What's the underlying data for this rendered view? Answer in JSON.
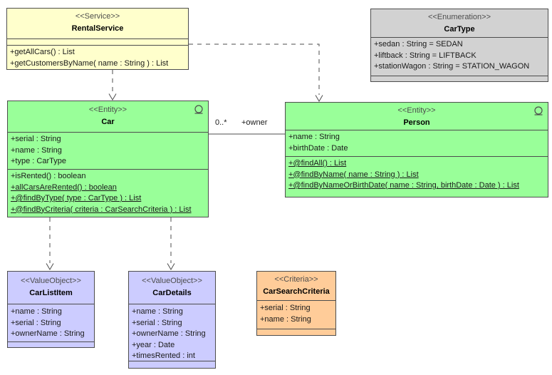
{
  "diagram": {
    "type": "uml-class-diagram",
    "classes": {
      "rentalService": {
        "stereotype": "<<Service>>",
        "name": "RentalService",
        "fill": "#ffffcc",
        "attributes": [],
        "operations": [
          {
            "text": "+getAllCars() : List",
            "underline": false
          },
          {
            "text": "+getCustomersByName( name : String ) : List",
            "underline": false
          }
        ]
      },
      "carType": {
        "stereotype": "<<Enumeration>>",
        "name": "CarType",
        "fill": "#d2d2d2",
        "attributes": [
          {
            "text": "+sedan : String = SEDAN"
          },
          {
            "text": "+liftback : String = LIFTBACK"
          },
          {
            "text": "+stationWagon : String = STATION_WAGON"
          }
        ],
        "operations": []
      },
      "car": {
        "stereotype": "<<Entity>>",
        "name": "Car",
        "fill": "#99ff99",
        "icon": "entity-circle-icon",
        "attributes": [
          {
            "text": "+serial : String"
          },
          {
            "text": "+name : String"
          },
          {
            "text": "+type : CarType"
          }
        ],
        "operations": [
          {
            "text": "+isRented() : boolean",
            "underline": false
          },
          {
            "text": "+allCarsAreRented() : boolean",
            "underline": true
          },
          {
            "text": "+@findByType( type : CarType ) : List",
            "underline": true
          },
          {
            "text": "+@findByCriteria( criteria : CarSearchCriteria ) : List",
            "underline": true
          }
        ]
      },
      "person": {
        "stereotype": "<<Entity>>",
        "name": "Person",
        "fill": "#99ff99",
        "icon": "entity-circle-icon",
        "attributes": [
          {
            "text": "+name : String"
          },
          {
            "text": "+birthDate : Date"
          }
        ],
        "operations": [
          {
            "text": "+@findAll() : List",
            "underline": true
          },
          {
            "text": "+@findByName( name : String ) : List",
            "underline": true
          },
          {
            "text": "+@findByNameOrBirthDate( name : String, birthDate : Date ) : List",
            "underline": true
          }
        ]
      },
      "carListItem": {
        "stereotype": "<<ValueObject>>",
        "name": "CarListItem",
        "fill": "#ccccff",
        "attributes": [
          {
            "text": "+name : String"
          },
          {
            "text": "+serial : String"
          },
          {
            "text": "+ownerName : String"
          }
        ],
        "operations": []
      },
      "carDetails": {
        "stereotype": "<<ValueObject>>",
        "name": "CarDetails",
        "fill": "#ccccff",
        "attributes": [
          {
            "text": "+name : String"
          },
          {
            "text": "+serial : String"
          },
          {
            "text": "+ownerName : String"
          },
          {
            "text": "+year : Date"
          },
          {
            "text": "+timesRented : int"
          }
        ],
        "operations": []
      },
      "carSearchCriteria": {
        "stereotype": "<<Criteria>>",
        "name": "CarSearchCriteria",
        "fill": "#ffcc99",
        "attributes": [
          {
            "text": "+serial : String"
          },
          {
            "text": "+name : String"
          }
        ],
        "operations": []
      }
    },
    "relationships": {
      "carPersonAssociation": {
        "type": "association",
        "from": "Car",
        "to": "Person",
        "multiplicity": "0..*",
        "role": "+owner"
      },
      "dependencies": [
        {
          "type": "dashed-dependency",
          "from": "RentalService",
          "to": "Car"
        },
        {
          "type": "dashed-dependency",
          "from": "RentalService",
          "to": "Person"
        },
        {
          "type": "dashed-dependency",
          "from": "Car",
          "to": "CarListItem"
        },
        {
          "type": "dashed-dependency",
          "from": "Car",
          "to": "CarDetails"
        }
      ]
    },
    "colors": {
      "service_fill": "#ffffcc",
      "entity_fill": "#99ff99",
      "enumeration_fill": "#d2d2d2",
      "value_object_fill": "#ccccff",
      "criteria_fill": "#ffcc99",
      "border": "#4d4d4d",
      "background": "#ffffff"
    }
  }
}
